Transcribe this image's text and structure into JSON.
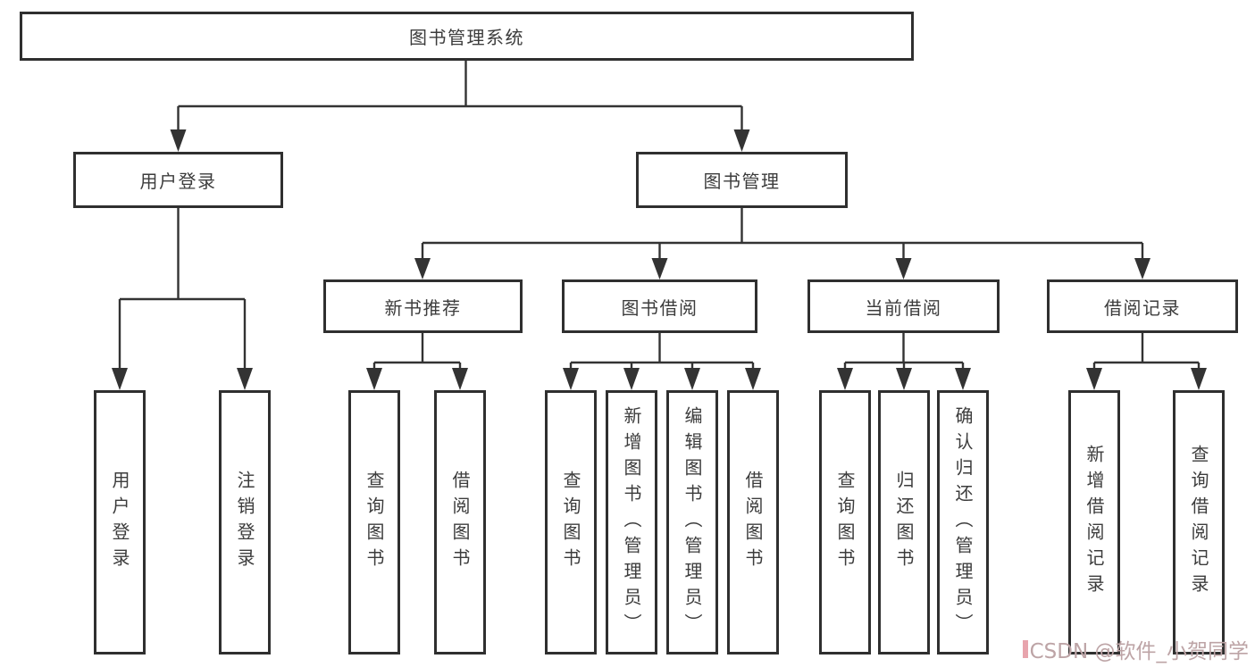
{
  "tree": {
    "root": {
      "label": "图书管理系统",
      "children": [
        {
          "label": "用户登录",
          "children": [
            {
              "label": "用户登录"
            },
            {
              "label": "注销登录"
            }
          ]
        },
        {
          "label": "图书管理",
          "children": [
            {
              "label": "新书推荐",
              "children": [
                {
                  "label": "查询图书"
                },
                {
                  "label": "借阅图书"
                }
              ]
            },
            {
              "label": "图书借阅",
              "children": [
                {
                  "label": "查询图书"
                },
                {
                  "label": "新增图书（管理员）"
                },
                {
                  "label": "编辑图书（管理员）"
                },
                {
                  "label": "借阅图书"
                }
              ]
            },
            {
              "label": "当前借阅",
              "children": [
                {
                  "label": "查询图书"
                },
                {
                  "label": "归还图书"
                },
                {
                  "label": "确认归还（管理员）"
                }
              ]
            },
            {
              "label": "借阅记录",
              "children": [
                {
                  "label": "新增借阅记录"
                },
                {
                  "label": "查询借阅记录"
                }
              ]
            }
          ]
        }
      ]
    }
  },
  "watermark": {
    "text": "CSDN @软件_小贺同学",
    "color": "#bda4a6",
    "accent_color": "#e8a4ad"
  },
  "colors": {
    "line": "#333333",
    "box_border": "#2f2f2f",
    "text": "#3c3c3c",
    "background": "#ffffff"
  }
}
